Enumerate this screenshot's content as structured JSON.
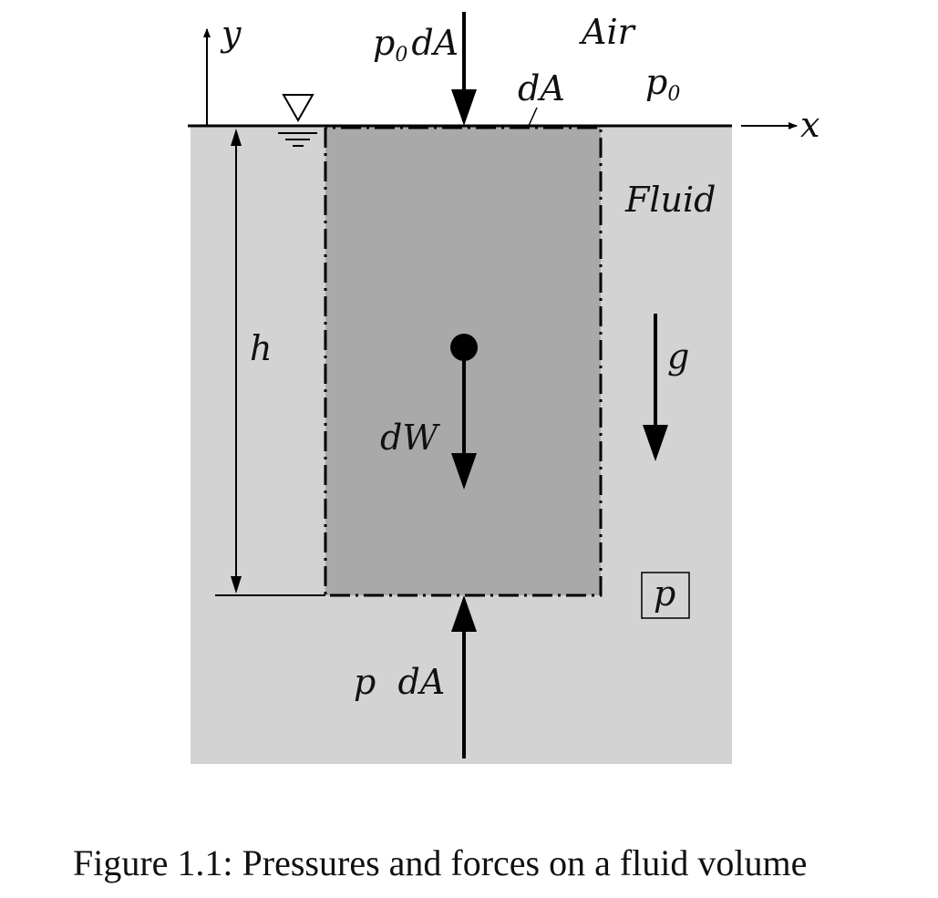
{
  "labels": {
    "y_axis": "y",
    "x_axis": "x",
    "top_force": "p",
    "top_force_sub": "0",
    "top_force_area": "dA",
    "air": "Air",
    "area_element": "dA",
    "surface_pressure": "p",
    "surface_pressure_sub": "0",
    "fluid": "Fluid",
    "height": "h",
    "weight": "dW",
    "gravity": "g",
    "bottom_pressure": "p",
    "bottom_force": "p  dA"
  },
  "caption": "Figure 1.1: Pressures and forces on a fluid volume",
  "colors": {
    "fluid": "#d3d3d3",
    "volume": "#a9a9a9",
    "ink": "#000000"
  }
}
